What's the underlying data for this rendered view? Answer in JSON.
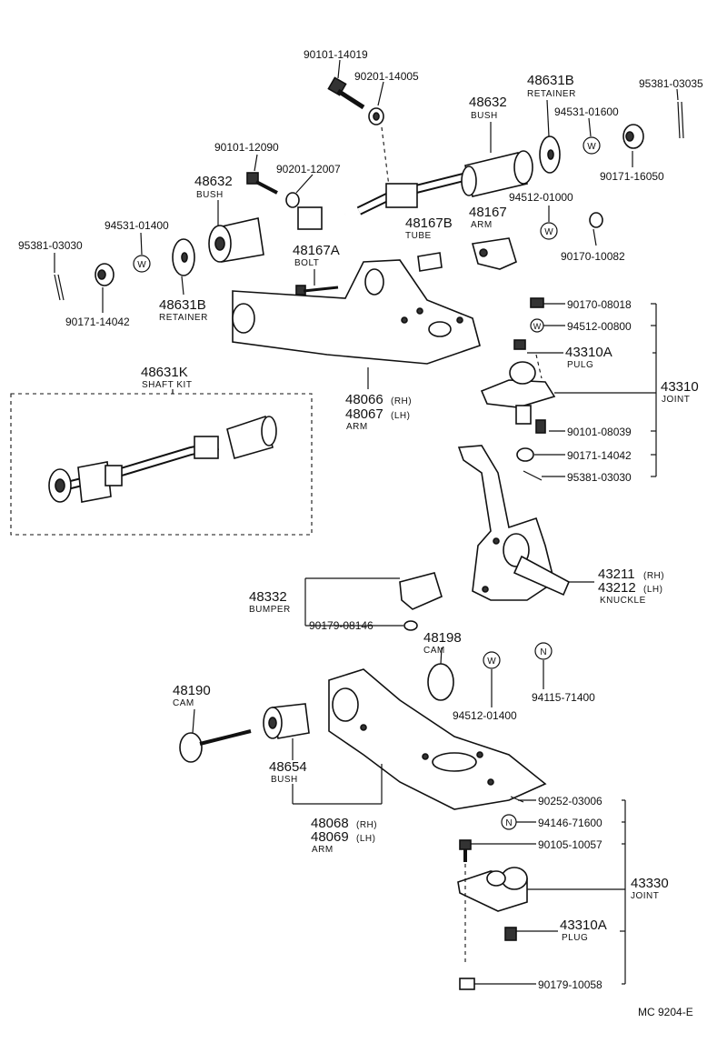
{
  "labels": {
    "p1": "90101-14019",
    "p2": "90201-14005",
    "p3": "48631B",
    "p3s": "RETAINER",
    "p4": "95381-03035",
    "p5": "48632",
    "p5s": "BUSH",
    "p6": "94531-01600",
    "p7": "90101-12090",
    "p8": "90201-12007",
    "p9": "90171-16050",
    "p10": "48632",
    "p10s": "BUSH",
    "p11": "94512-01000",
    "p12": "48167",
    "p12s": "ARM",
    "p13": "48167B",
    "p13s": "TUBE",
    "p14": "94531-01400",
    "p15": "95381-03030",
    "p16": "48167A",
    "p16s": "BOLT",
    "p17": "90170-10082",
    "p18": "48631B",
    "p18s": "RETAINER",
    "p19": "90171-14042",
    "p20": "90170-08018",
    "p21": "94512-00800",
    "p22": "43310A",
    "p22s": "PULG",
    "p23": "43310",
    "p23s": "JOINT",
    "p24": "48631K",
    "p24s": "SHAFT KIT",
    "p25": "48066",
    "p25r": "(RH)",
    "p26": "48067",
    "p26r": "(LH)",
    "p26s": "ARM",
    "p27": "90101-08039",
    "p28": "90171-14042",
    "p29": "95381-03030",
    "p30": "43211",
    "p30r": "(RH)",
    "p31": "43212",
    "p31r": "(LH)",
    "p31s": "KNUCKLE",
    "p32": "48332",
    "p32s": "BUMPER",
    "p33": "90179-08146",
    "p34": "48198",
    "p34s": "CAM",
    "p35": "94512-01400",
    "p36": "94115-71400",
    "p37": "48190",
    "p37s": "CAM",
    "p38": "48654",
    "p38s": "BUSH",
    "p39": "48068",
    "p39r": "(RH)",
    "p40": "48069",
    "p40r": "(LH)",
    "p40s": "ARM",
    "p41": "90252-03006",
    "p42": "94146-71600",
    "p43": "90105-10057",
    "p44": "43330",
    "p44s": "JOINT",
    "p45": "43310A",
    "p45s": "PLUG",
    "p46": "90179-10058",
    "footer": "MC  9204-E",
    "w": "W",
    "n": "N"
  }
}
